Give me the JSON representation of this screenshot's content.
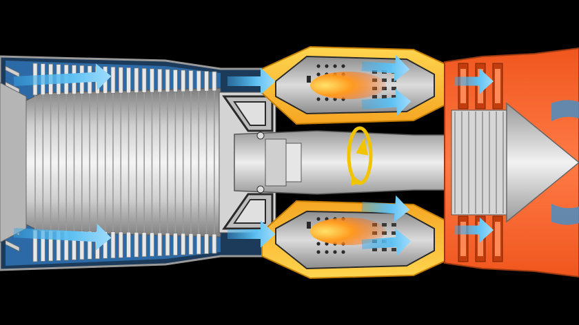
{
  "diagram": {
    "subject": "turbojet-engine-cutaway",
    "labels": [],
    "colors": {
      "background": "#000000",
      "airflow_arrow": "#3aa8e8",
      "airflow_arrow_light": "#9fdcff",
      "compressor_metal": "#c9c9c9",
      "compressor_metal_dark": "#8a8a8a",
      "compressor_highlight": "#f2f2f2",
      "stator_blue": "#2b6aa6",
      "combustor_casing": "#f5a623",
      "combustor_casing_light": "#ffd54f",
      "flame_orange": "#ff6a00",
      "flame_yellow": "#ffd23f",
      "turbine_orange": "#f0561e",
      "turbine_orange_dark": "#c23c0c",
      "rotation_arrow": "#f2c400",
      "outline": "#2a2a2a"
    },
    "components": [
      "intake",
      "compressor",
      "combustion-chamber",
      "turbine",
      "exhaust-cone",
      "shaft"
    ],
    "icons": [
      "airflow-arrow",
      "flame",
      "rotation-arrow"
    ]
  }
}
